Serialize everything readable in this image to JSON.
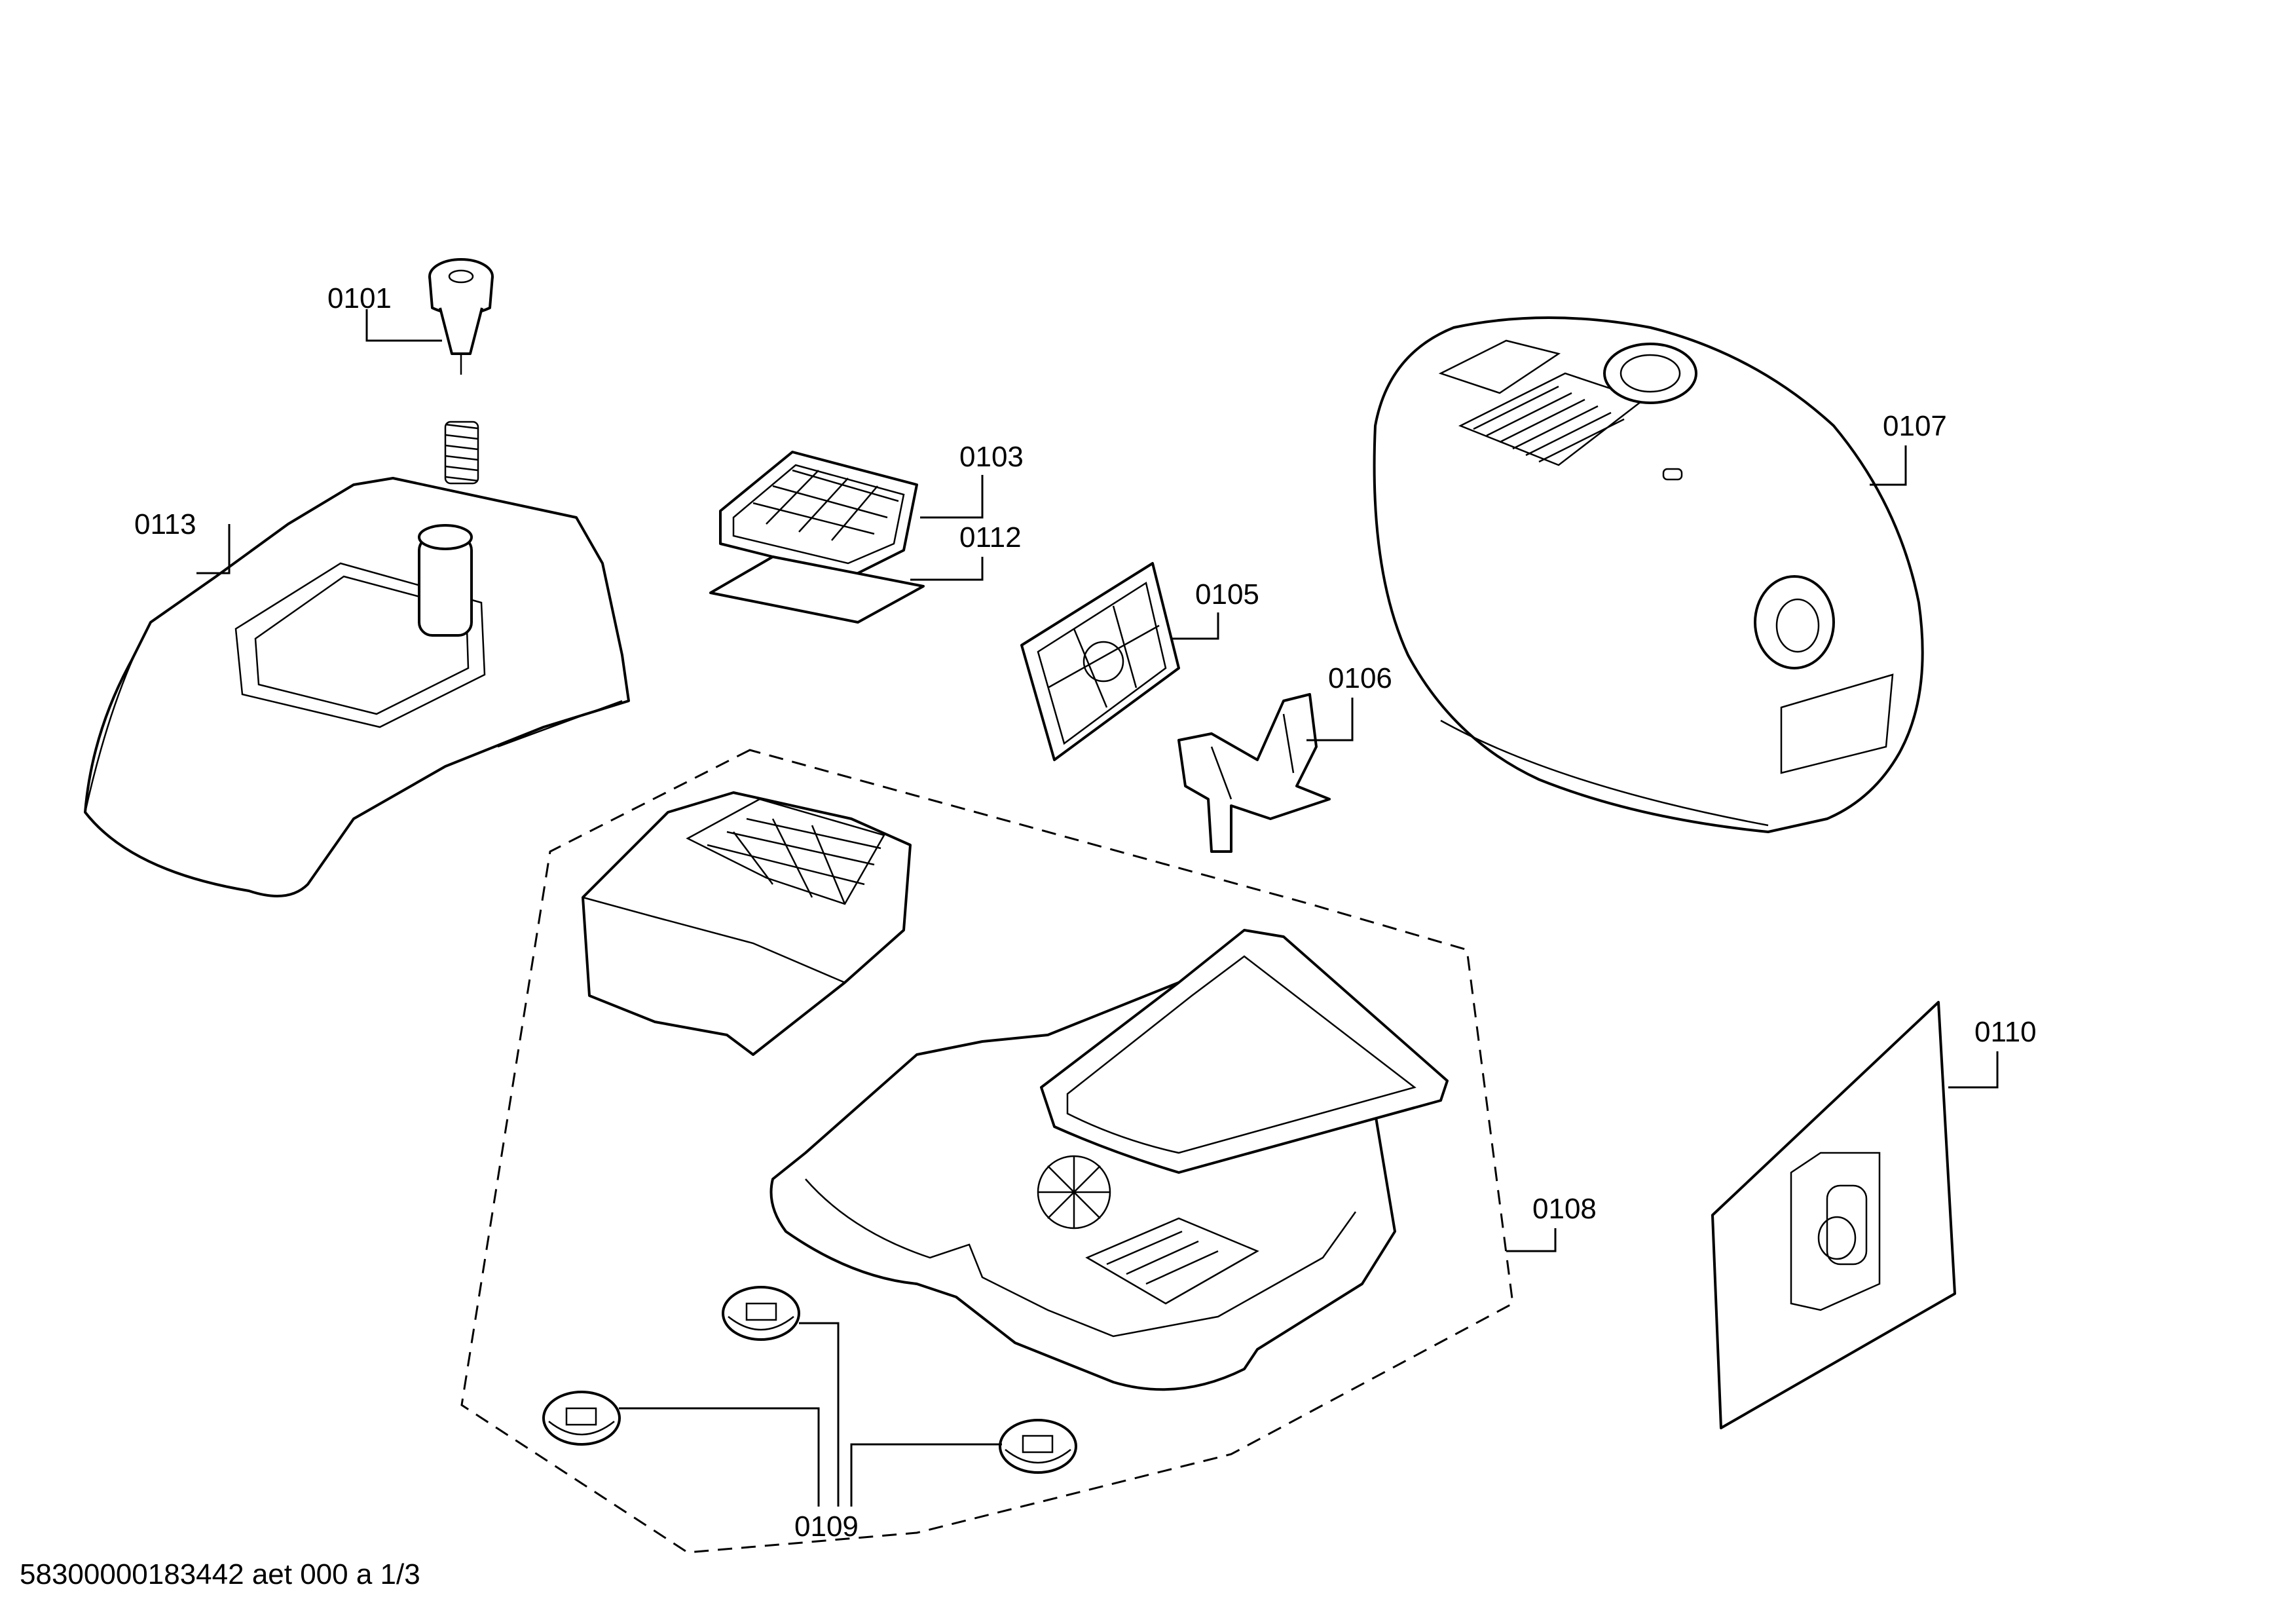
{
  "labels": {
    "p0101": "0101",
    "p0103": "0103",
    "p0112": "0112",
    "p0105": "0105",
    "p0106": "0106",
    "p0107": "0107",
    "p0113": "0113",
    "p0108": "0108",
    "p0110": "0110",
    "p0109": "0109"
  },
  "footer": "58300000183442 aet 000 a 1/3"
}
